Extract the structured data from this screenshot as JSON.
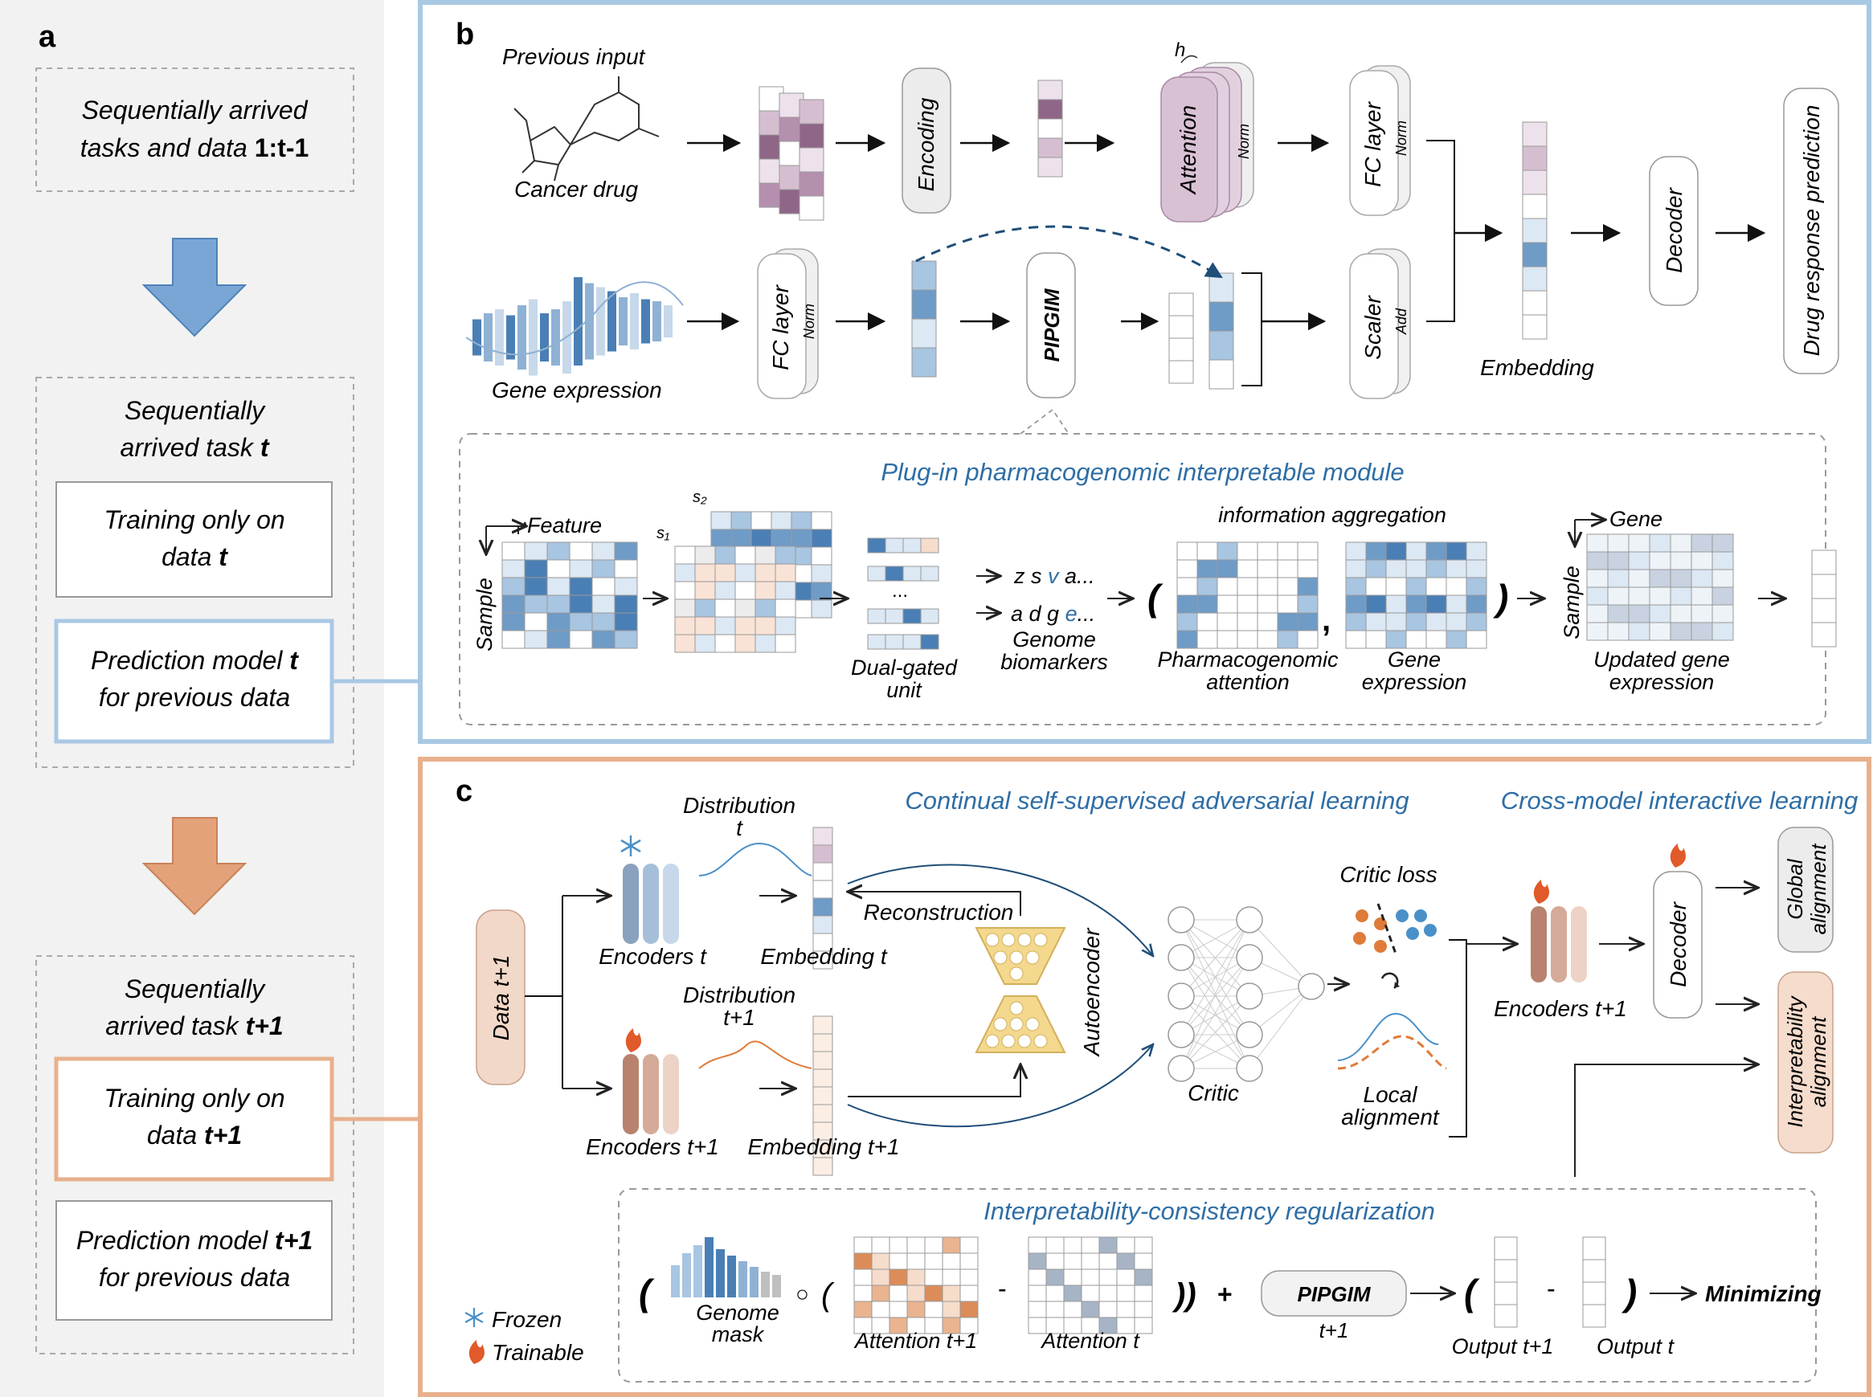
{
  "panel_a": {
    "letter": "a",
    "box1": {
      "line1": "Sequentially arrived",
      "line2_pre": "tasks and data ",
      "line2_bold": "1:t-1"
    },
    "box2": {
      "line1": "Sequentially",
      "line2_pre": "arrived task ",
      "line2_bold": "t",
      "training": {
        "line1": "Training only on",
        "line2_pre": "data ",
        "line2_bold": "t"
      },
      "prediction": {
        "line1_pre": "Prediction model ",
        "line1_bold": "t",
        "line2": "for previous data"
      }
    },
    "box3": {
      "line1": "Sequentially",
      "line2_pre": "arrived task ",
      "line2_bold": "t+1",
      "training": {
        "line1": "Training only on",
        "line2_pre": "data ",
        "line2_bold": "t+1"
      },
      "prediction": {
        "line1_pre": "Prediction model ",
        "line1_bold": "t+1",
        "line2": "for previous data"
      }
    },
    "colors": {
      "blue_arrow": "#6f9fcf",
      "orange_arrow": "#e3a27a"
    }
  },
  "panel_b": {
    "letter": "b",
    "previous_input": "Previous input",
    "cancer_drug": "Cancer drug",
    "gene_expression": "Gene expression",
    "encoding": "Encoding",
    "attention": "Attention",
    "norm": "Norm",
    "h": "h",
    "fc_layer": "FC layer",
    "pipgim": "PIPGIM",
    "scaler": "Scaler",
    "add": "Add",
    "embedding": "Embedding",
    "decoder": "Decoder",
    "drug_response_prediction": "Drug response prediction",
    "module": {
      "title": "Plug-in pharmacogenomic interpretable module",
      "feature": "Feature",
      "sample": "Sample",
      "s1": "s₁",
      "s2": "s₂",
      "dual_gated_1": "Dual-gated",
      "dual_gated_2": "unit",
      "ellipsis": "...",
      "seq1_pre": "z s ",
      "seq1_hl": "v",
      "seq1_post": " a...",
      "seq2_pre": "a d g ",
      "seq2_hl": "e",
      "seq2_post": "...",
      "genome_1": "Genome",
      "genome_2": "biomarkers",
      "info_agg": "information aggregation",
      "pharmaco_1": "Pharmacogenomic",
      "pharmaco_2": "attention",
      "gene_expr_1": "Gene",
      "gene_expr_2": "expression",
      "gene": "Gene",
      "updated_1": "Updated gene",
      "updated_2": "expression"
    },
    "colors": {
      "border": "#a9c8e4",
      "title": "#2f6ea5",
      "cell_blue": "#7da7cf",
      "cell_purple": "#c9a9c3"
    }
  },
  "panel_c": {
    "letter": "c",
    "title_left": "Continual self-supervised adversarial learning",
    "title_right": "Cross-model interactive learning",
    "data_t1": "Data t+1",
    "dist_t_1": "Distribution",
    "dist_t_2": "t",
    "dist_t1_1": "Distribution",
    "dist_t1_2": "t+1",
    "encoders_t": "Encoders t",
    "encoders_t1": "Encoders t+1",
    "embedding_t": "Embedding t",
    "embedding_t1": "Embedding t+1",
    "reconstruction": "Reconstruction",
    "autoencoder": "Autoencoder",
    "critic": "Critic",
    "critic_loss": "Critic loss",
    "local_1": "Local",
    "local_2": "alignment",
    "encoders_t1_right": "Encoders t+1",
    "decoder": "Decoder",
    "global_1": "Global",
    "global_2": "alignment",
    "interp_1": "Interpretability",
    "interp_2": "alignment",
    "reg_title": "Interpretability-consistency regularization",
    "genome_mask_1": "Genome",
    "genome_mask_2": "mask",
    "attention_t1": "Attention t+1",
    "attention_t": "Attention t",
    "pipgim": "PIPGIM",
    "t1": "t+1",
    "output_t1": "Output t+1",
    "output_t": "Output t",
    "minimizing": "Minimizing",
    "frozen": "Frozen",
    "trainable": "Trainable",
    "plus": "+",
    "minus": "-",
    "circ": "○",
    "paren_open": "(",
    "paren_close": ")",
    "paren_double_close": "))",
    "colors": {
      "border": "#e8b08c",
      "title": "#2f6ea5",
      "orange": "#e07b39",
      "blue": "#4a90c8"
    }
  }
}
